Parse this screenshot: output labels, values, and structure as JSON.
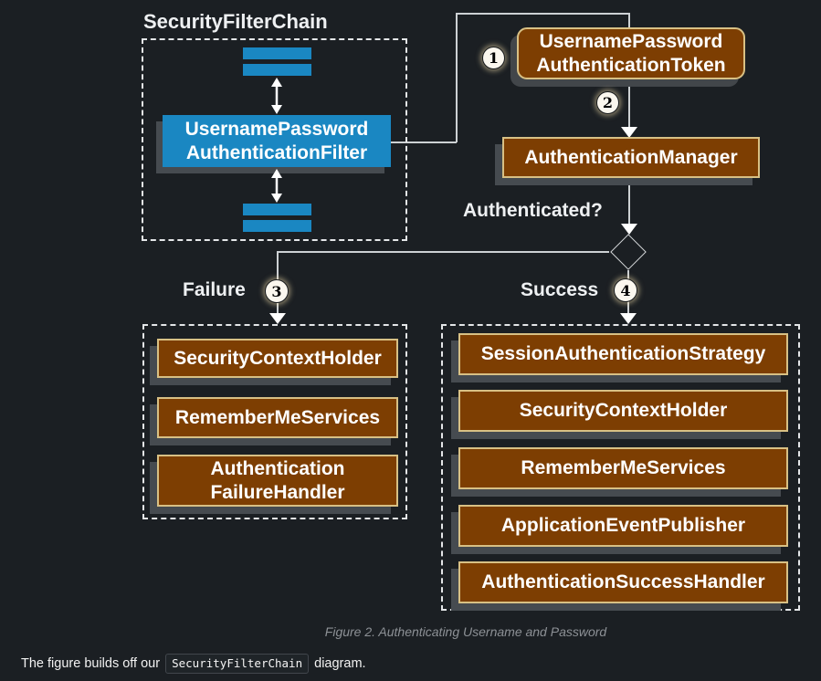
{
  "colors": {
    "background": "#1b1f23",
    "blue": "#1a87c2",
    "brown": "#7d3e02",
    "tan_border": "#d8c084",
    "shadow": "#464b50",
    "line": "#cdd1d4",
    "caption_gray": "#8d9196"
  },
  "diagram": {
    "filter_chain": {
      "title": "SecurityFilterChain",
      "filter_box": {
        "lines": [
          "UsernamePassword",
          "AuthenticationFilter"
        ]
      }
    },
    "token_box": {
      "lines": [
        "UsernamePassword",
        "AuthenticationToken"
      ]
    },
    "manager_box": "AuthenticationManager",
    "authenticated_label": "Authenticated?",
    "steps": {
      "one": "1",
      "two": "2",
      "three": "3",
      "four": "4"
    },
    "failure": {
      "label": "Failure",
      "items": [
        "SecurityContextHolder",
        "RememberMeServices",
        [
          "Authentication",
          "FailureHandler"
        ]
      ]
    },
    "success": {
      "label": "Success",
      "items": [
        "SessionAuthenticationStrategy",
        "SecurityContextHolder",
        "RememberMeServices",
        "ApplicationEventPublisher",
        "AuthenticationSuccessHandler"
      ]
    },
    "caption": "Figure 2. Authenticating Username and Password"
  },
  "footer": {
    "text_before": "The figure builds off our",
    "code": "SecurityFilterChain",
    "text_after": "diagram."
  }
}
